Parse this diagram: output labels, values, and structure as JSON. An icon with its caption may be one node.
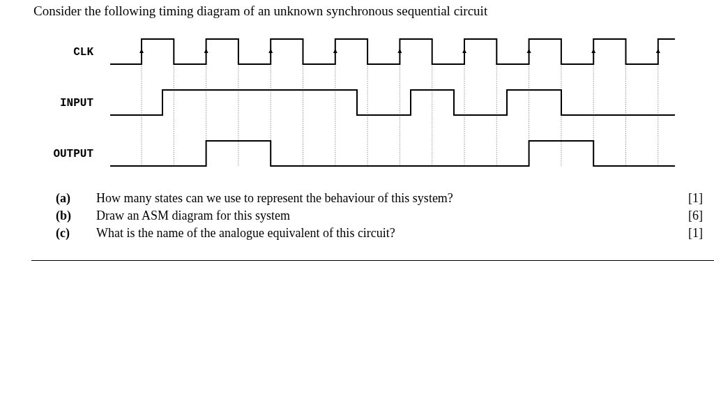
{
  "diagram": {
    "title": "Consider the following timing diagram of an unknown synchronous sequential circuit",
    "labels": [
      "CLK",
      "INPUT",
      "OUTPUT",
      "(a)",
      "How many states can we use to represent the behaviour of this system?",
      "[1]",
      "(b)",
      "Draw an ASM diagram for this system",
      "[6]",
      "(c)",
      "What is the name of the analogue equivalent of this circuit?",
      "[1]"
    ]
  }
}
